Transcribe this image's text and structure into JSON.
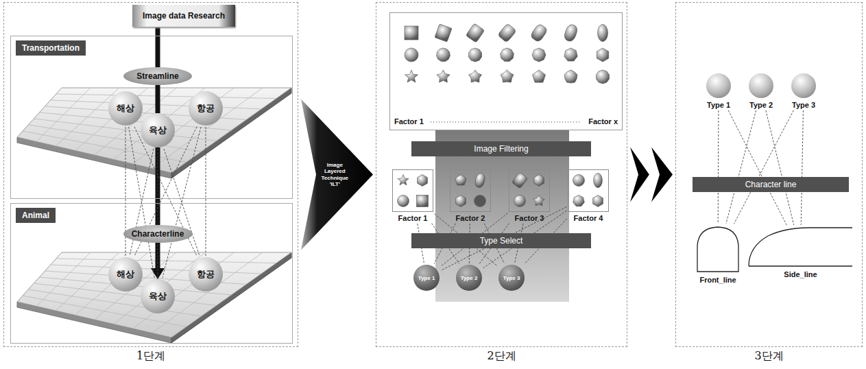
{
  "diagram": {
    "nodes": [
      {
        "text": [
          "1단계"
        ]
      },
      {
        "text": [
          "Image data Research"
        ],
        "in": 0
      },
      {
        "text": [
          "Transportation"
        ],
        "in": 0
      },
      {
        "text": [
          "Streamline"
        ],
        "in": 2
      },
      {
        "text": [
          "해상"
        ],
        "in": 2
      },
      {
        "text": [
          "육상"
        ],
        "in": 2
      },
      {
        "text": [
          "항공"
        ],
        "in": 2
      },
      {
        "text": [
          "Animal"
        ],
        "in": 0
      },
      {
        "text": [
          "Characterline"
        ],
        "in": 7
      },
      {
        "text": [
          "해상"
        ],
        "in": 7
      },
      {
        "text": [
          "육상"
        ],
        "in": 7
      },
      {
        "text": [
          "항공"
        ],
        "in": 7
      },
      {
        "text": [
          "2단계"
        ]
      },
      {
        "text": [
          "Factor 1",
          "Factor x"
        ],
        "in": 12
      },
      {
        "text": [
          "Image Filtering"
        ],
        "in": 12
      },
      {
        "text": [
          "Factor 1"
        ],
        "in": 12
      },
      {
        "text": [
          "Factor 2"
        ],
        "in": 12
      },
      {
        "text": [
          "Factor 3"
        ],
        "in": 12
      },
      {
        "text": [
          "Factor 4"
        ],
        "in": 12
      },
      {
        "text": [
          "Type Select"
        ],
        "in": 12
      },
      {
        "text": [
          "Type 1"
        ],
        "in": 12
      },
      {
        "text": [
          "Type 2"
        ],
        "in": 12
      },
      {
        "text": [
          "Type 3"
        ],
        "in": 12
      },
      {
        "text": [
          "3단계"
        ]
      },
      {
        "text": [
          "Type 1"
        ],
        "in": 23
      },
      {
        "text": [
          "Type 2"
        ],
        "in": 23
      },
      {
        "text": [
          "Type 3"
        ],
        "in": 23
      },
      {
        "text": [
          "Character line"
        ],
        "in": 23
      },
      {
        "text": [
          "Front_line"
        ],
        "in": 23
      },
      {
        "text": [
          "Side_line"
        ],
        "in": 23
      }
    ],
    "edges": [
      {
        "from": 1,
        "to": 3,
        "arrow": "none"
      },
      {
        "from": 3,
        "to": 5,
        "arrow": "none"
      },
      {
        "from": 5,
        "to": 8,
        "arrow": "none"
      },
      {
        "from": 8,
        "to": 10,
        "arrow": "to"
      },
      {
        "from": 4,
        "to": 9,
        "arrow": "none"
      },
      {
        "from": 4,
        "to": 10,
        "arrow": "none"
      },
      {
        "from": 4,
        "to": 11,
        "arrow": "none"
      },
      {
        "from": 5,
        "to": 9,
        "arrow": "none"
      },
      {
        "from": 5,
        "to": 10,
        "arrow": "none"
      },
      {
        "from": 5,
        "to": 11,
        "arrow": "none"
      },
      {
        "from": 6,
        "to": 9,
        "arrow": "none"
      },
      {
        "from": 6,
        "to": 10,
        "arrow": "none"
      },
      {
        "from": 6,
        "to": 11,
        "arrow": "none"
      },
      {
        "from": 0,
        "to": 12,
        "label": "Image Layered Technique 'ILT'",
        "arrow": "to"
      },
      {
        "from": 12,
        "to": 23,
        "arrow": "to"
      },
      {
        "from": 15,
        "to": 20,
        "arrow": "none"
      },
      {
        "from": 15,
        "to": 21,
        "arrow": "none"
      },
      {
        "from": 15,
        "to": 22,
        "arrow": "none"
      },
      {
        "from": 16,
        "to": 20,
        "arrow": "none"
      },
      {
        "from": 16,
        "to": 21,
        "arrow": "none"
      },
      {
        "from": 16,
        "to": 22,
        "arrow": "none"
      },
      {
        "from": 17,
        "to": 20,
        "arrow": "none"
      },
      {
        "from": 17,
        "to": 21,
        "arrow": "none"
      },
      {
        "from": 17,
        "to": 22,
        "arrow": "none"
      },
      {
        "from": 18,
        "to": 20,
        "arrow": "none"
      },
      {
        "from": 18,
        "to": 21,
        "arrow": "none"
      },
      {
        "from": 18,
        "to": 22,
        "arrow": "none"
      },
      {
        "from": 24,
        "to": 28,
        "arrow": "none"
      },
      {
        "from": 24,
        "to": 29,
        "arrow": "none"
      },
      {
        "from": 25,
        "to": 28,
        "arrow": "none"
      },
      {
        "from": 25,
        "to": 29,
        "arrow": "none"
      },
      {
        "from": 26,
        "to": 28,
        "arrow": "none"
      },
      {
        "from": 26,
        "to": 29,
        "arrow": "none"
      }
    ]
  }
}
